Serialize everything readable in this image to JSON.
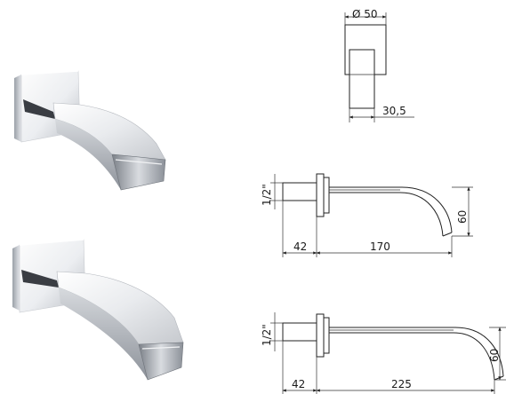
{
  "top_view": {
    "diameter_label": "Ø 50",
    "depth_label": "30,5"
  },
  "short_spout": {
    "thread_label": "1/2\"",
    "wall_label": "42",
    "reach_label": "170",
    "height_label": "60"
  },
  "long_spout": {
    "thread_label": "1/2\"",
    "wall_label": "42",
    "reach_label": "225",
    "height_label": "60"
  },
  "colors": {
    "chrome_light": "#f4f5f7",
    "chrome_mid": "#c9ccd1",
    "chrome_dark": "#5f636b",
    "line": "#222222"
  }
}
